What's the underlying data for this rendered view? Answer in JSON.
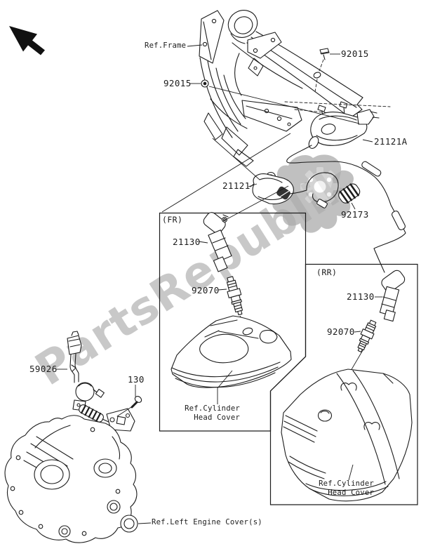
{
  "page": {
    "type": "exploded-parts-diagram",
    "background": "#ffffff"
  },
  "watermark": {
    "text": "PartsRepublik",
    "logo": "gear-splat",
    "color": "#c2c2c2"
  },
  "colors": {
    "line": "#1c1c1c",
    "label": "#1c1c1c",
    "cap_band": "#333333"
  },
  "labels": {
    "ref_frame": "Ref.Frame",
    "bolt_top": "92015",
    "bolt_left": "92015",
    "ignition_coil_rear": "21121A",
    "ignition_coil_front": "21121",
    "grommet": "92173",
    "front_tag": "(FR)",
    "rear_tag": "(RR)",
    "stick_coil_front": "21130",
    "stick_coil_rear": "21130",
    "spark_plug_front": "92070",
    "spark_plug_rear": "92070",
    "pickup_sensor": "59026",
    "bolt_bracket": "130",
    "ref_cylinder_line1": "Ref.Cylinder",
    "ref_cylinder_line2": "Head Cover",
    "ref_left_engine_cover": "Ref.Left Engine Cover(s)"
  }
}
